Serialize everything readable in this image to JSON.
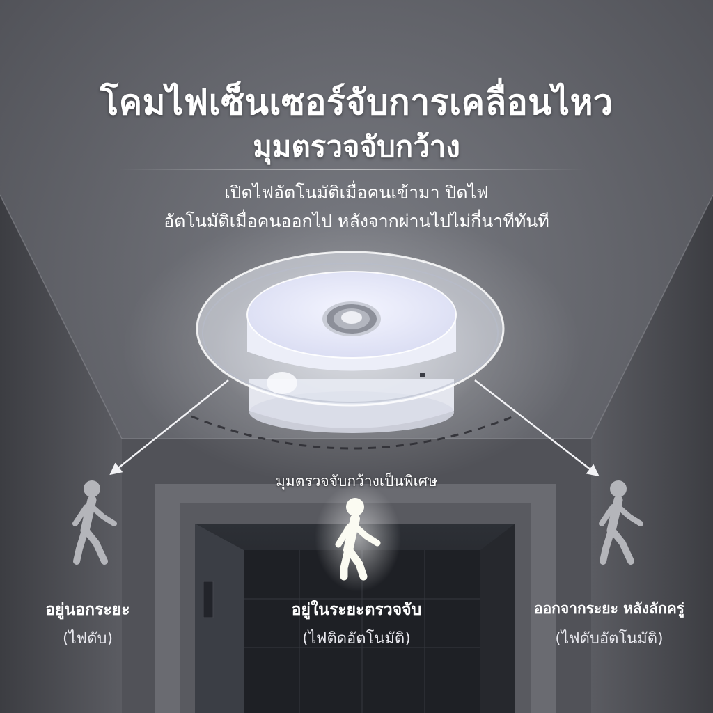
{
  "header": {
    "title_line1": "โคมไฟเซ็นเซอร์จับการเคลื่อนไหว",
    "title_line2": "มุมตรวจจับกว้าง"
  },
  "description": {
    "line1": "เปิดไฟอัตโนมัติเมื่อคนเข้ามา ปิดไฟ",
    "line2": "อัตโนมัติเมื่อคนออกไป หลังจากผ่านไปไม่กี่นาทีทันที"
  },
  "diagram": {
    "caption": "มุมตรวจจับกว้างเป็นพิเศษ"
  },
  "states": [
    {
      "label": "อยู่นอกระยะ",
      "sublabel": "(ไฟดับ)"
    },
    {
      "label": "อยู่ในระยะตรวจจับ",
      "sublabel": "(ไฟติดอัตโนมัติ)"
    },
    {
      "label": "ออกจากระยะ หลังลักครู่",
      "sublabel": "(ไฟดับอัตโนมัติ)"
    }
  ],
  "icons": [
    "motion-sensor-lamp-icon",
    "walking-person-icon",
    "arrow-icon"
  ],
  "colors": {
    "text": "#ffffff",
    "wall": "#5f6066",
    "ceiling": "#6e7076",
    "glow": "#eef0ff"
  }
}
